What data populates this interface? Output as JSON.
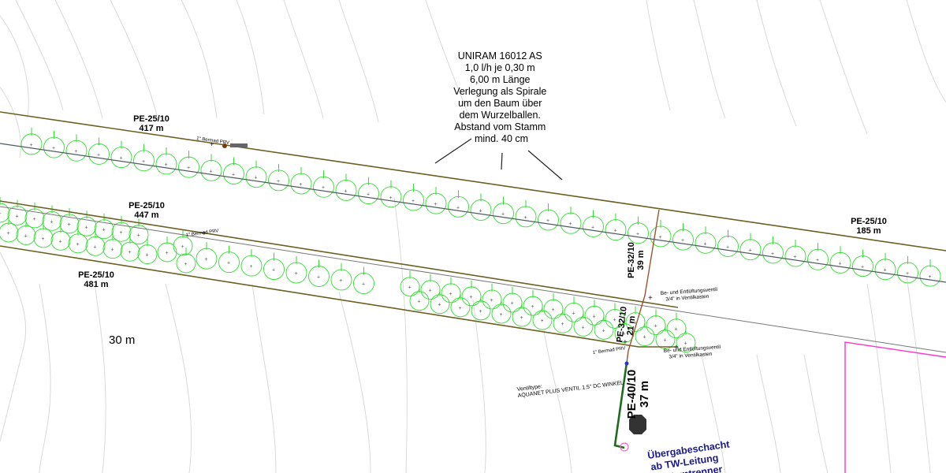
{
  "note_block": [
    "UNIRAM 16012 AS",
    "1,0 l/h je 0,30 m",
    "6,00 m Länge",
    "Verlegung als Spirale",
    "um den Baum über",
    "dem Wurzelballen.",
    "Abstand vom Stamm",
    "mind. 40 cm"
  ],
  "pipes": {
    "top_left": {
      "type": "PE-25/10",
      "length": "417 m"
    },
    "top_right": {
      "type": "PE-25/10",
      "length": "185 m"
    },
    "mid_upper": {
      "type": "PE-25/10",
      "length": "447 m"
    },
    "mid_lower": {
      "type": "PE-25/10",
      "length": "481 m"
    },
    "riser_39": {
      "type": "PE-32/10",
      "length": "39 m"
    },
    "riser_21": {
      "type": "PE-32/10",
      "length": "21 m"
    },
    "main_40": {
      "type": "PE-40/10",
      "length": "37 m"
    }
  },
  "prv_labels": {
    "top": "1\"  Bermad PRV",
    "mid": "1\"  Bermad PRV",
    "low": "1\"  Bermad PRV"
  },
  "vent_valve": {
    "line1": "Be- und Entlüftungsventil",
    "line2": "3/4\" in Ventilkasten"
  },
  "valve_type": {
    "line1": "Ventiltype:",
    "line2": "AQUANET PLUS VENTIL 1.5\" DC WINKEL"
  },
  "dimension": "30 m",
  "transfer_shaft": [
    "Übergabeschacht",
    "ab TW-Leitung",
    "Systemtrenner"
  ],
  "colors": {
    "pipe": "#6b6020",
    "tree": "#33dd33",
    "riser": "#a0522d",
    "main": "#1e6b1e",
    "terrain": "#d9d9d9",
    "boundary": "#ff33cc",
    "shaft_text": "#1a1a8c"
  }
}
